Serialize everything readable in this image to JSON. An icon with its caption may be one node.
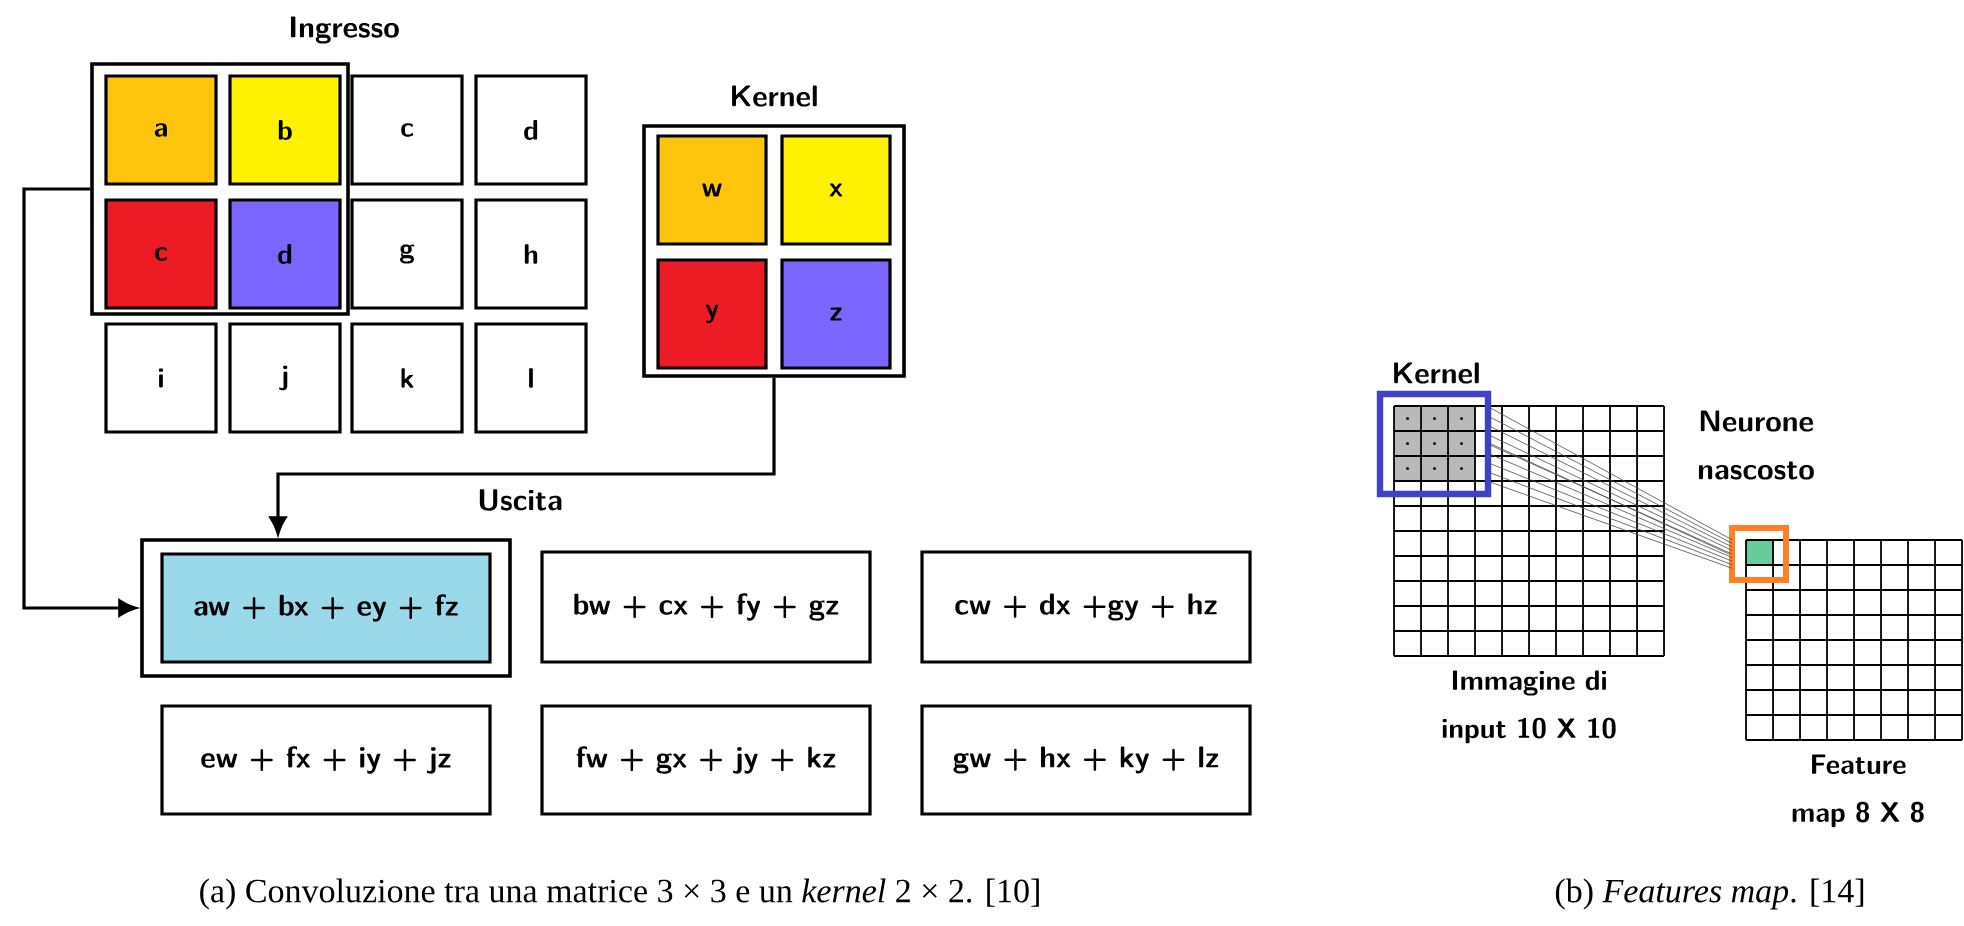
{
  "diagram": {
    "nodes": [
      {
        "text": [],
        "shape": "box"
      },
      {
        "text": [
          "a"
        ],
        "in": 0
      },
      {
        "text": [
          "b"
        ],
        "in": 0
      },
      {
        "text": [
          "c"
        ]
      },
      {
        "text": [
          "d"
        ]
      },
      {
        "text": [
          "c"
        ],
        "in": 0
      },
      {
        "text": [
          "d"
        ],
        "in": 0
      },
      {
        "text": [
          "g"
        ]
      },
      {
        "text": [
          "h"
        ]
      },
      {
        "text": [
          "i"
        ]
      },
      {
        "text": [
          "j"
        ]
      },
      {
        "text": [
          "k"
        ]
      },
      {
        "text": [
          "l"
        ]
      },
      {
        "text": [
          "Kernel"
        ]
      },
      {
        "text": [
          "w"
        ],
        "in": 13
      },
      {
        "text": [
          "x"
        ],
        "in": 13
      },
      {
        "text": [
          "y"
        ],
        "in": 13
      },
      {
        "text": [
          "z"
        ],
        "in": 13
      },
      {
        "text": [
          "Uscita"
        ]
      },
      {
        "text": [
          "aw + bx + ey + fz"
        ],
        "in": 18
      },
      {
        "text": [
          "bw + cx + fy + gz"
        ]
      },
      {
        "text": [
          "cw + dx +gy + hz"
        ]
      },
      {
        "text": [
          "ew + fx + iy + jz"
        ]
      },
      {
        "text": [
          "fw + gx + jy + kz"
        ]
      },
      {
        "text": [
          "gw + hx + ky + lz"
        ]
      },
      {
        "text": [
          "Ingresso"
        ]
      },
      {
        "text": [
          "Kernel"
        ]
      },
      {
        "text": [
          "Neurone nascosto"
        ]
      }
    ],
    "edges": [
      {
        "from": 0,
        "to": 18,
        "arrow": "to"
      },
      {
        "from": 13,
        "to": 18,
        "arrow": "to"
      },
      {
        "from": 26,
        "to": 27,
        "arrow": "none"
      }
    ],
    "labels": [
      "Immagine di input 10 X 10",
      "Feature map 8 X 8",
      "(a) Convoluzione tra una matrice 3 × 3 e un *kernel* 2 × 2. [10]",
      "(b) *Features map*. [14]"
    ]
  }
}
